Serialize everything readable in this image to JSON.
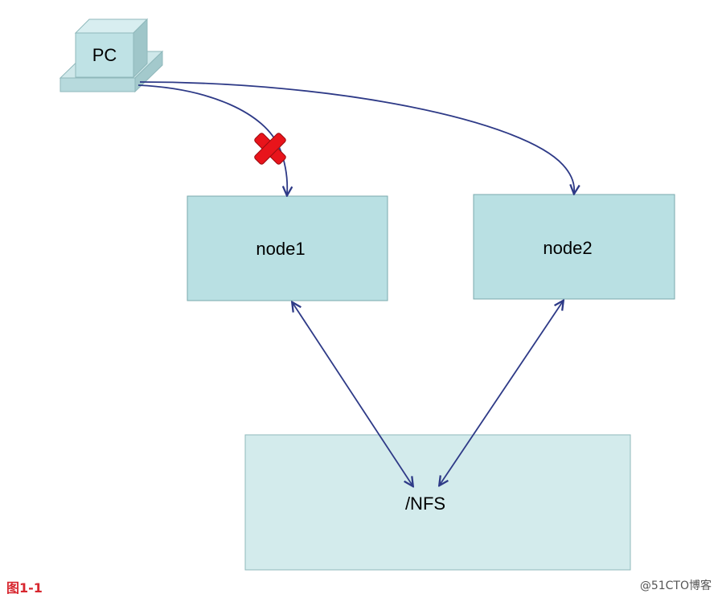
{
  "diagram": {
    "pc_label": "PC",
    "node1_label": "node1",
    "node2_label": "node2",
    "nfs_label": "/NFS"
  },
  "caption": "图1-1",
  "watermark": "@51CTO博客",
  "colors": {
    "node_fill": "#b9e0e3",
    "nfs_fill": "#d3ebec",
    "box_stroke": "#7aa9ad",
    "arrow": "#2e3a87",
    "cross": "#e8141b",
    "caption": "#d7262e"
  }
}
